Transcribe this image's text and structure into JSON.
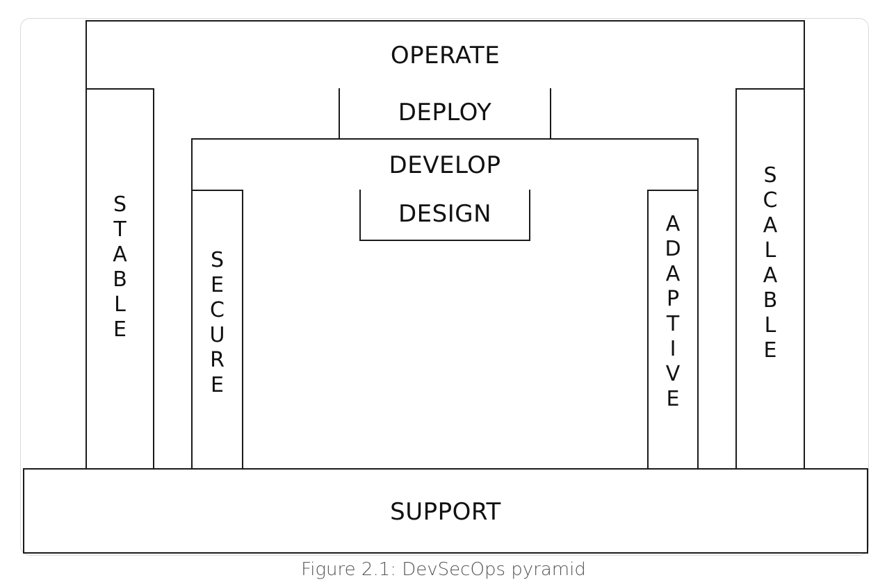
{
  "diagram": {
    "operate": "OPERATE",
    "deploy": "DEPLOY",
    "develop": "DEVELOP",
    "design": "DESIGN",
    "support": "SUPPORT",
    "stable": "STABLE",
    "secure": "SECURE",
    "adaptive": "ADAPTIVE",
    "scalable": "SCALABLE"
  },
  "caption": "Figure 2.1: DevSecOps pyramid"
}
